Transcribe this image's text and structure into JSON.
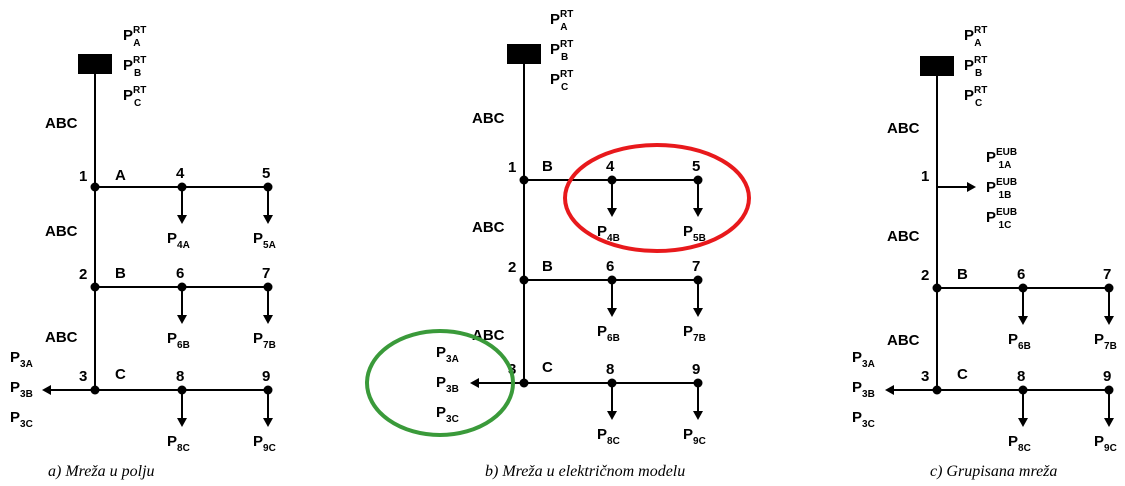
{
  "panel_a": {
    "caption": "a)     Mreža u polju",
    "source_power": [
      [
        "P",
        "A",
        "RT"
      ],
      [
        "P",
        "B",
        "RT"
      ],
      [
        "P",
        "C",
        "RT"
      ]
    ],
    "abc_labels": [
      "ABC",
      "ABC",
      "ABC"
    ],
    "nodes": [
      "1",
      "2",
      "3",
      "4",
      "5",
      "6",
      "7",
      "8",
      "9"
    ],
    "phases": [
      "A",
      "B",
      "C"
    ],
    "loads": [
      [
        "P",
        "4A"
      ],
      [
        "P",
        "5A"
      ],
      [
        "P",
        "6B"
      ],
      [
        "P",
        "7B"
      ],
      [
        "P",
        "8C"
      ],
      [
        "P",
        "9C"
      ]
    ],
    "side_loads": [
      [
        "P",
        "3A"
      ],
      [
        "P",
        "3B"
      ],
      [
        "P",
        "3C"
      ]
    ]
  },
  "panel_b": {
    "caption": "b) Mreža u električnom modelu",
    "source_power": [
      [
        "P",
        "A",
        "RT"
      ],
      [
        "P",
        "B",
        "RT"
      ],
      [
        "P",
        "C",
        "RT"
      ]
    ],
    "abc_labels": [
      "ABC",
      "ABC",
      "ABC"
    ],
    "nodes": [
      "1",
      "2",
      "3",
      "4",
      "5",
      "6",
      "7",
      "8",
      "9"
    ],
    "phases": [
      "B",
      "B",
      "C"
    ],
    "loads": [
      [
        "P",
        "4B"
      ],
      [
        "P",
        "5B"
      ],
      [
        "P",
        "6B"
      ],
      [
        "P",
        "7B"
      ],
      [
        "P",
        "8C"
      ],
      [
        "P",
        "9C"
      ]
    ],
    "side_loads": [
      [
        "P",
        "3A"
      ],
      [
        "P",
        "3B"
      ],
      [
        "P",
        "3C"
      ]
    ],
    "highlight_red": "#e8191c",
    "highlight_green": "#3a9a3a"
  },
  "panel_c": {
    "caption": "c) Grupisana mreža",
    "source_power": [
      [
        "P",
        "A",
        "RT"
      ],
      [
        "P",
        "B",
        "RT"
      ],
      [
        "P",
        "C",
        "RT"
      ]
    ],
    "abc_labels": [
      "ABC",
      "ABC",
      "ABC"
    ],
    "nodes": [
      "1",
      "2",
      "3",
      "6",
      "7",
      "8",
      "9"
    ],
    "phases": [
      "B",
      "C"
    ],
    "group_loads": [
      [
        "P",
        "1A",
        "EUB"
      ],
      [
        "P",
        "1B",
        "EUB"
      ],
      [
        "P",
        "1C",
        "EUB"
      ]
    ],
    "loads": [
      [
        "P",
        "6B"
      ],
      [
        "P",
        "7B"
      ],
      [
        "P",
        "8C"
      ],
      [
        "P",
        "9C"
      ]
    ],
    "side_loads": [
      [
        "P",
        "3A"
      ],
      [
        "P",
        "3B"
      ],
      [
        "P",
        "3C"
      ]
    ]
  }
}
